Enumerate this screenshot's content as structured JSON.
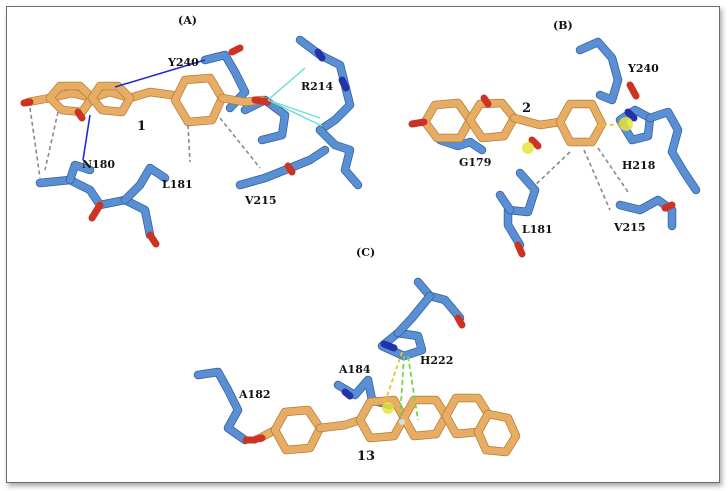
{
  "panels": {
    "a": {
      "tag": "(A)",
      "compound": "1",
      "residues": {
        "y240": "Y240",
        "r214": "R214",
        "n180": "N180",
        "l181": "L181",
        "v215": "V215"
      }
    },
    "b": {
      "tag": "(B)",
      "compound": "2",
      "residues": {
        "y240": "Y240",
        "g179": "G179",
        "h218": "H218",
        "l181": "L181",
        "v215": "V215"
      }
    },
    "c": {
      "tag": "(C)",
      "compound": "13",
      "residues": {
        "h222": "H222",
        "a184": "A184",
        "a182": "A182"
      }
    }
  },
  "colors": {
    "ligand": "#e8ad64",
    "residue": "#5b8fd3",
    "oxygen": "#cc3322",
    "nitrogen": "#2233aa",
    "hbond": "#1f2bd6",
    "salt_bridge": "#66e0cc",
    "hydrophobic": "#8a8a8a",
    "pi_stack": "#7bd34b",
    "pi_cation": "#e8c432"
  }
}
